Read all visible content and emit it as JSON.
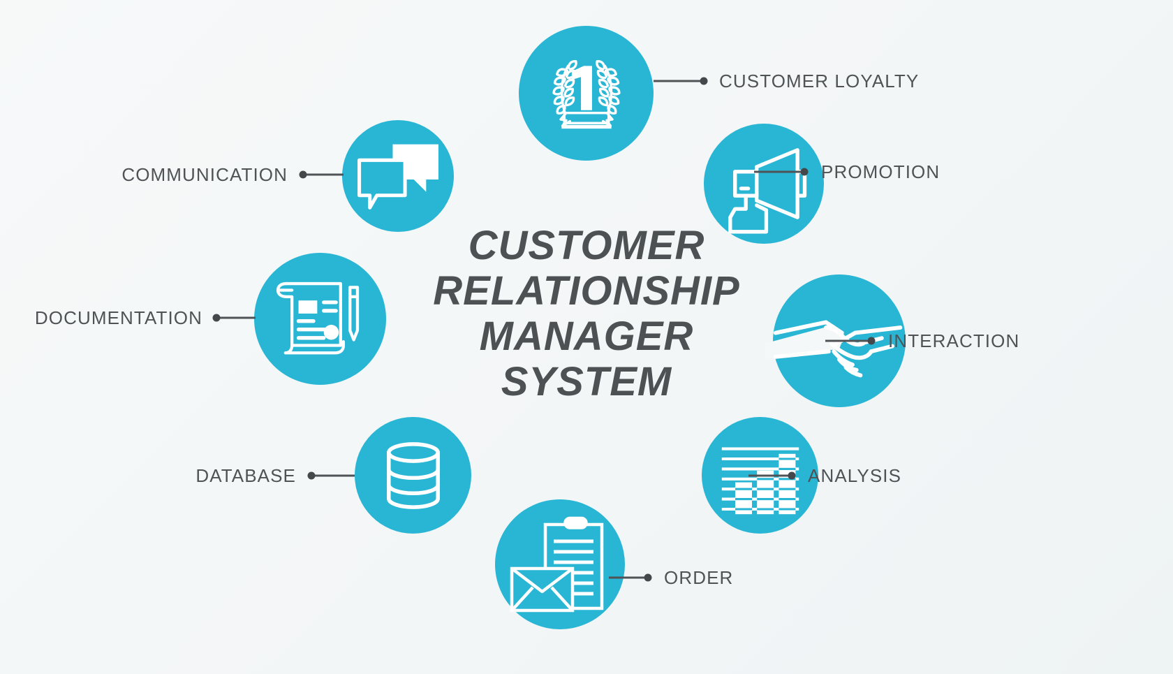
{
  "center": {
    "title": "CUSTOMER\nRELATIONSHIP\nMANAGER\nSYSTEM",
    "text_color": "#4d5154"
  },
  "theme": {
    "accent": "#29b6d4",
    "icon_stroke": "#ffffff",
    "label_color": "#4f5356",
    "connector_color": "#4f5356",
    "background": "#f5f8f8"
  },
  "nodes": [
    {
      "id": "customer-loyalty",
      "label": "CUSTOMER LOYALTY",
      "icon": "laurel-wreath-one-icon",
      "side": "right"
    },
    {
      "id": "promotion",
      "label": "PROMOTION",
      "icon": "megaphone-icon",
      "side": "right"
    },
    {
      "id": "interaction",
      "label": "INTERACTION",
      "icon": "handshake-icon",
      "side": "right"
    },
    {
      "id": "analysis",
      "label": "ANALYSIS",
      "icon": "bar-chart-icon",
      "side": "right"
    },
    {
      "id": "order",
      "label": "ORDER",
      "icon": "clipboard-envelope-icon",
      "side": "right"
    },
    {
      "id": "database",
      "label": "DATABASE",
      "icon": "database-cylinder-icon",
      "side": "left"
    },
    {
      "id": "documentation",
      "label": "DOCUMENTATION",
      "icon": "scroll-pen-icon",
      "side": "left"
    },
    {
      "id": "communication",
      "label": "COMMUNICATION",
      "icon": "speech-bubbles-icon",
      "side": "left"
    }
  ]
}
